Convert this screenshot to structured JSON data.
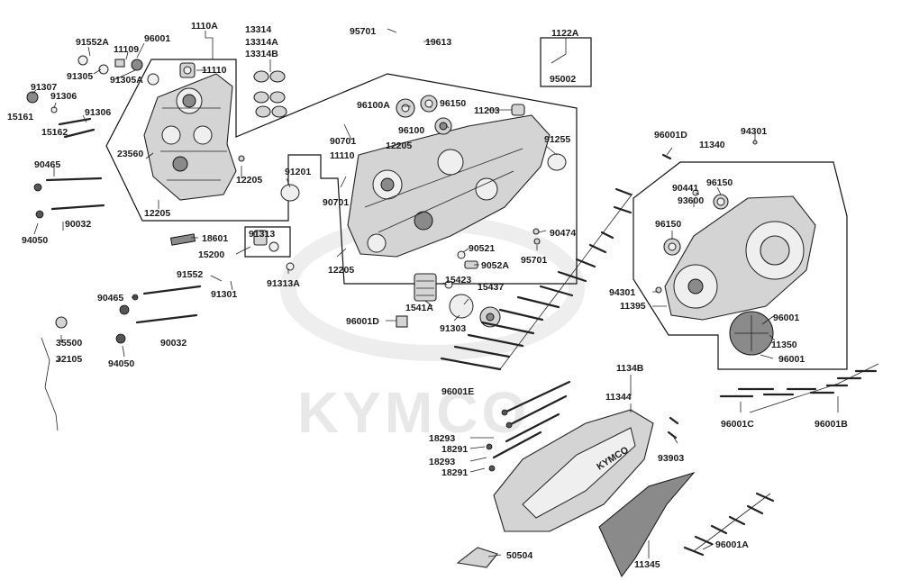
{
  "watermark": {
    "brand": "KYMCO"
  },
  "labels": {
    "l1110A": "1110A",
    "l13314": "13314",
    "l13314A": "13314A",
    "l13314B": "13314B",
    "l95701a": "95701",
    "l19613": "19613",
    "l1122A": "1122A",
    "l95002": "95002",
    "l91552A": "91552A",
    "l96001a": "96001",
    "l11109": "11109",
    "l91305": "91305",
    "l91305A": "91305A",
    "l11110a": "11110",
    "l91307": "91307",
    "l91306a": "91306",
    "l91306b": "91306",
    "l15161": "15161",
    "l15162": "15162",
    "l23560": "23560",
    "l12205a": "12205",
    "l12205b": "12205",
    "l12205c": "12205",
    "l12205d": "12205",
    "l90465a": "90465",
    "l90032a": "90032",
    "l94050a": "94050",
    "l96100A": "96100A",
    "l96150a": "96150",
    "l96100": "96100",
    "l11203": "11203",
    "l90701a": "90701",
    "l90701b": "90701",
    "l11110b": "11110",
    "l91255": "91255",
    "l91201": "91201",
    "l18601": "18601",
    "l91313": "91313",
    "l15200": "15200",
    "l91552": "91552",
    "l91301": "91301",
    "l91313A": "91313A",
    "l90474": "90474",
    "l90521": "90521",
    "l9052A": "9052A",
    "l95701b": "95701",
    "l15423": "15423",
    "l15437": "15437",
    "l1541A": "1541A",
    "l96001D2": "96001D",
    "l91303": "91303",
    "l90465b": "90465",
    "l90032b": "90032",
    "l94050b": "94050",
    "l35500": "35500",
    "l32105": "32105",
    "l96001E": "96001E",
    "l96001D": "96001D",
    "l11340": "11340",
    "l94301a": "94301",
    "l90441": "90441",
    "l96150b": "96150",
    "l93600": "93600",
    "l96150c": "96150",
    "l94301b": "94301",
    "l11395": "11395",
    "l96001b": "96001",
    "l11350": "11350",
    "l96001c": "96001",
    "l96001C": "96001C",
    "l96001B": "96001B",
    "l1134B": "1134B",
    "l11344": "11344",
    "l18293a": "18293",
    "l18291a": "18291",
    "l18293b": "18293",
    "l18291b": "18291",
    "l93903": "93903",
    "l50504": "50504",
    "l11345": "11345",
    "l96001A": "96001A",
    "cover_logo": "KYMCO"
  }
}
